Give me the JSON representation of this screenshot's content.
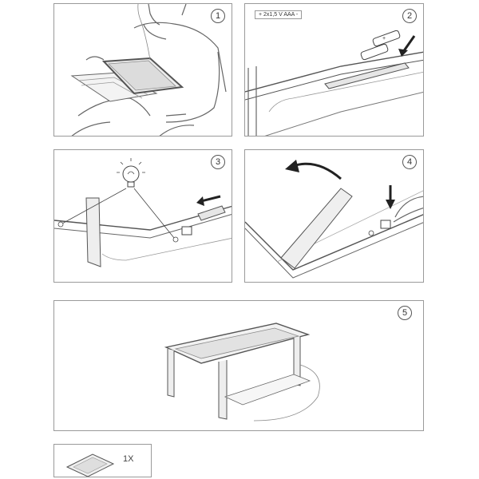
{
  "steps": [
    {
      "number": "1"
    },
    {
      "number": "2",
      "battery_label": "+ 2x1,5 V AAA -"
    },
    {
      "number": "3"
    },
    {
      "number": "4"
    },
    {
      "number": "5"
    }
  ],
  "contents": {
    "quantity": "1X"
  },
  "colors": {
    "frame": "#9a9a9a",
    "line": "#555555",
    "pad": "#e9e9e9",
    "arrow": "#333333"
  }
}
